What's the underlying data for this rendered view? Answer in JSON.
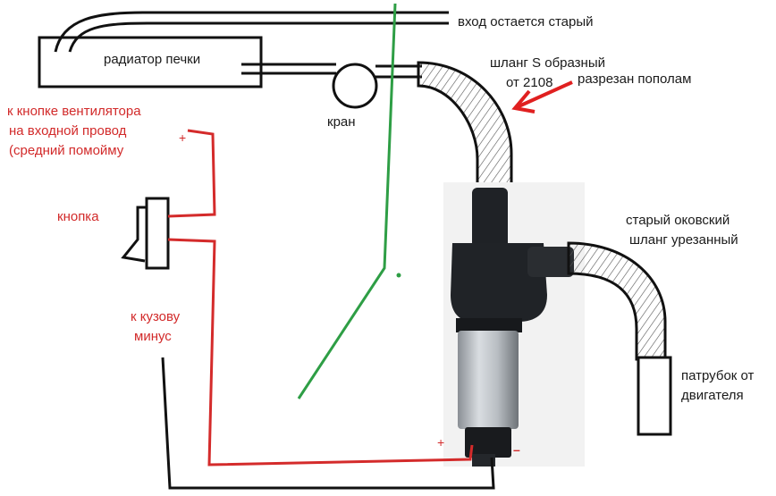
{
  "labels": {
    "heater_radiator": "радиатор печки",
    "inlet_stays_old": "вход остается старый",
    "s_hose_line1": "шланг S образный",
    "s_hose_line2": "от 2108",
    "cut_in_half": "разрезан пополам",
    "valve": "кран",
    "fan_button_line1": "к кнопке вентилятора",
    "fan_button_line2": "на входной провод",
    "fan_button_line3": "(средний помойму",
    "plus_top": "+",
    "button": "кнопка",
    "to_body_line1": "к кузову",
    "to_body_line2": "минус",
    "old_hose_line1": "старый оковский",
    "old_hose_line2": "шланг урезанный",
    "engine_pipe_line1": "патрубок от",
    "engine_pipe_line2": "двигателя",
    "pump_plus": "+",
    "pump_minus": "–"
  },
  "colors": {
    "wire_positive": "#d42b2b",
    "wire_ground": "#111111",
    "pipe_green": "#2e9e45",
    "arrow": "#e02020",
    "outline": "#111111"
  }
}
